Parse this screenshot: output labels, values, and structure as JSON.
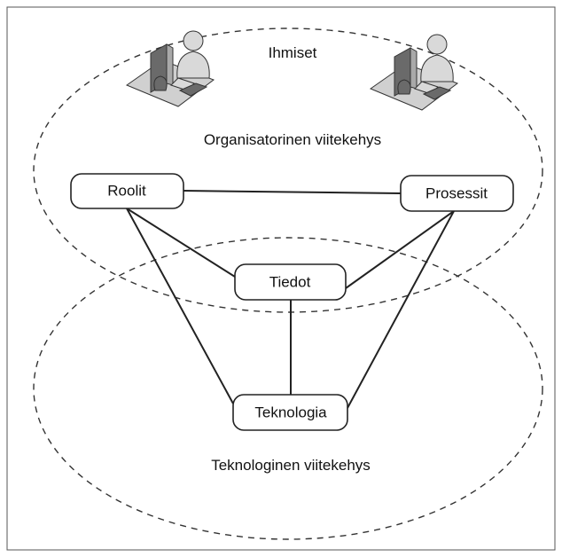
{
  "regions": {
    "people": "Ihmiset",
    "organizational": "Organisatorinen viitekehys",
    "technological": "Teknologinen viitekehys"
  },
  "nodes": {
    "roles": "Roolit",
    "processes": "Prosessit",
    "data": "Tiedot",
    "technology": "Teknologia"
  },
  "edges": [
    [
      "roles",
      "processes"
    ],
    [
      "roles",
      "data"
    ],
    [
      "roles",
      "technology"
    ],
    [
      "processes",
      "data"
    ],
    [
      "processes",
      "technology"
    ],
    [
      "data",
      "technology"
    ]
  ],
  "icons": [
    "person-at-computer-icon",
    "person-at-computer-icon"
  ]
}
